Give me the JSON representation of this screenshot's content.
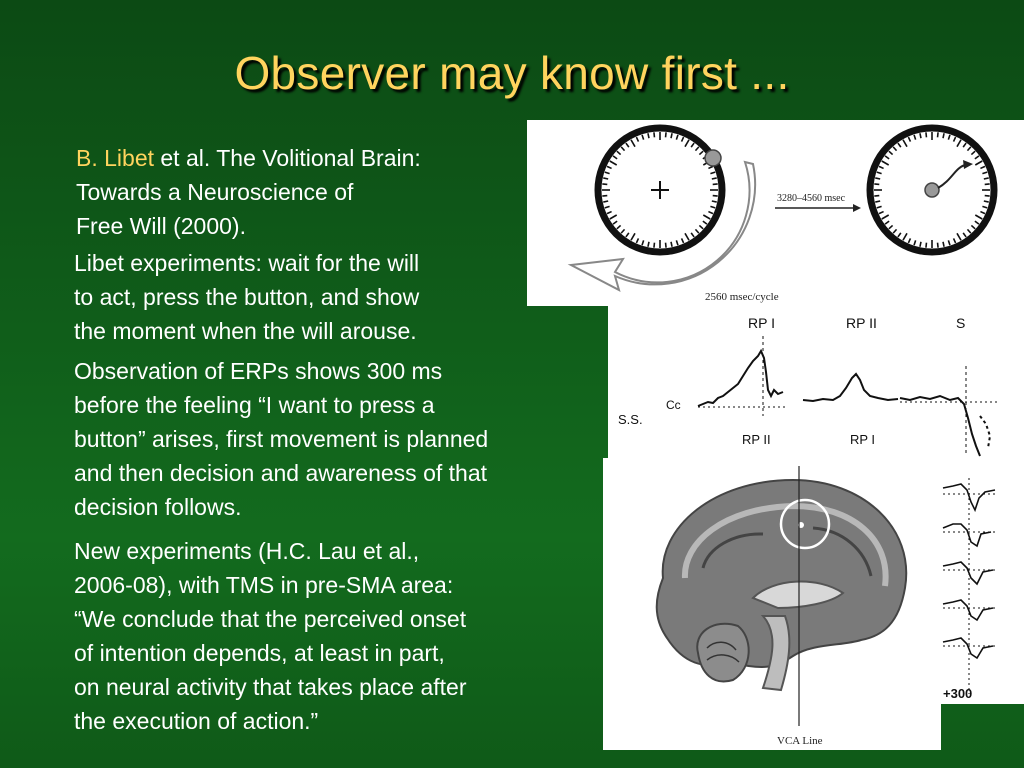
{
  "title": "Observer may know first ...",
  "citation": {
    "author": "B. Libet",
    "rest_line1": " et al. The Volitional Brain:",
    "line2": "Towards a Neuroscience of",
    "line3": "Free Will (2000)."
  },
  "paragraphs": [
    "Libet experiments: wait for the will\nto  act, press the button, and show\nthe moment when the will arouse.",
    "Observation of ERPs shows 300 ms\nbefore the feeling “I want to press a\nbutton” arises, first movement is planned\nand then decision and awareness of that\ndecision follows.",
    "New experiments (H.C. Lau et al.,\n2006-08), with TMS in pre-SMA area:\n“We conclude that the perceived onset\nof intention depends, at least in part,\non neural activity that takes place after\nthe execution of action.”"
  ],
  "figure": {
    "clock_interval": "3280–4560 msec",
    "cycle_label": "2560 msec/cycle",
    "erp_top_labels": [
      "RP I",
      "RP II",
      "S"
    ],
    "subject_label": "S.S.",
    "electrode_label": "Cc",
    "erp_bottom_labels": [
      "RP II",
      "RP I"
    ],
    "brain_line_label": "VCA Line",
    "time_marker": "+300"
  }
}
